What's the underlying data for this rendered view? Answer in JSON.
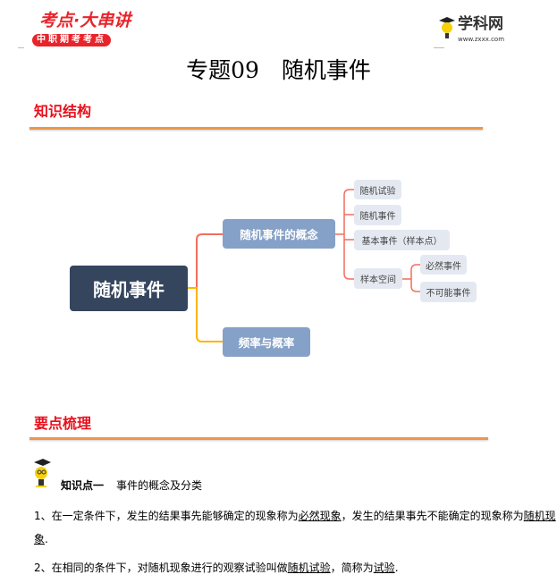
{
  "header": {
    "logo_left_top": "考点·大串讲",
    "logo_left_bottom": "中职期考考点",
    "logo_right_name": "学科网",
    "logo_right_url": "www.zxxx.com"
  },
  "title": "专题09　随机事件",
  "section1": "知识结构",
  "mindmap": {
    "root": "随机事件",
    "branch1": "随机事件的概念",
    "branch2": "频率与概率",
    "leaves": [
      "随机试验",
      "随机事件",
      "基本事件（样本点）",
      "样本空间"
    ],
    "sub_leaves": [
      "必然事件",
      "不可能事件"
    ]
  },
  "section2": "要点梳理",
  "knowledge_point": {
    "label": "知识点一",
    "title": "事件的概念及分类"
  },
  "paragraphs": {
    "p1": {
      "a": "1、在一定条件下，发生的结果事先能够确定的现象称为",
      "u1": "必然现象",
      "b": "，发生的结果事先不能确定的现象称为",
      "u2": "随机现象",
      "c": "."
    },
    "p2": {
      "a": "2、在相同的条件下，对随机现象进行的观察试验叫做",
      "u1": "随机试验",
      "b": "，简称为",
      "u2": "试验",
      "c": "."
    }
  }
}
